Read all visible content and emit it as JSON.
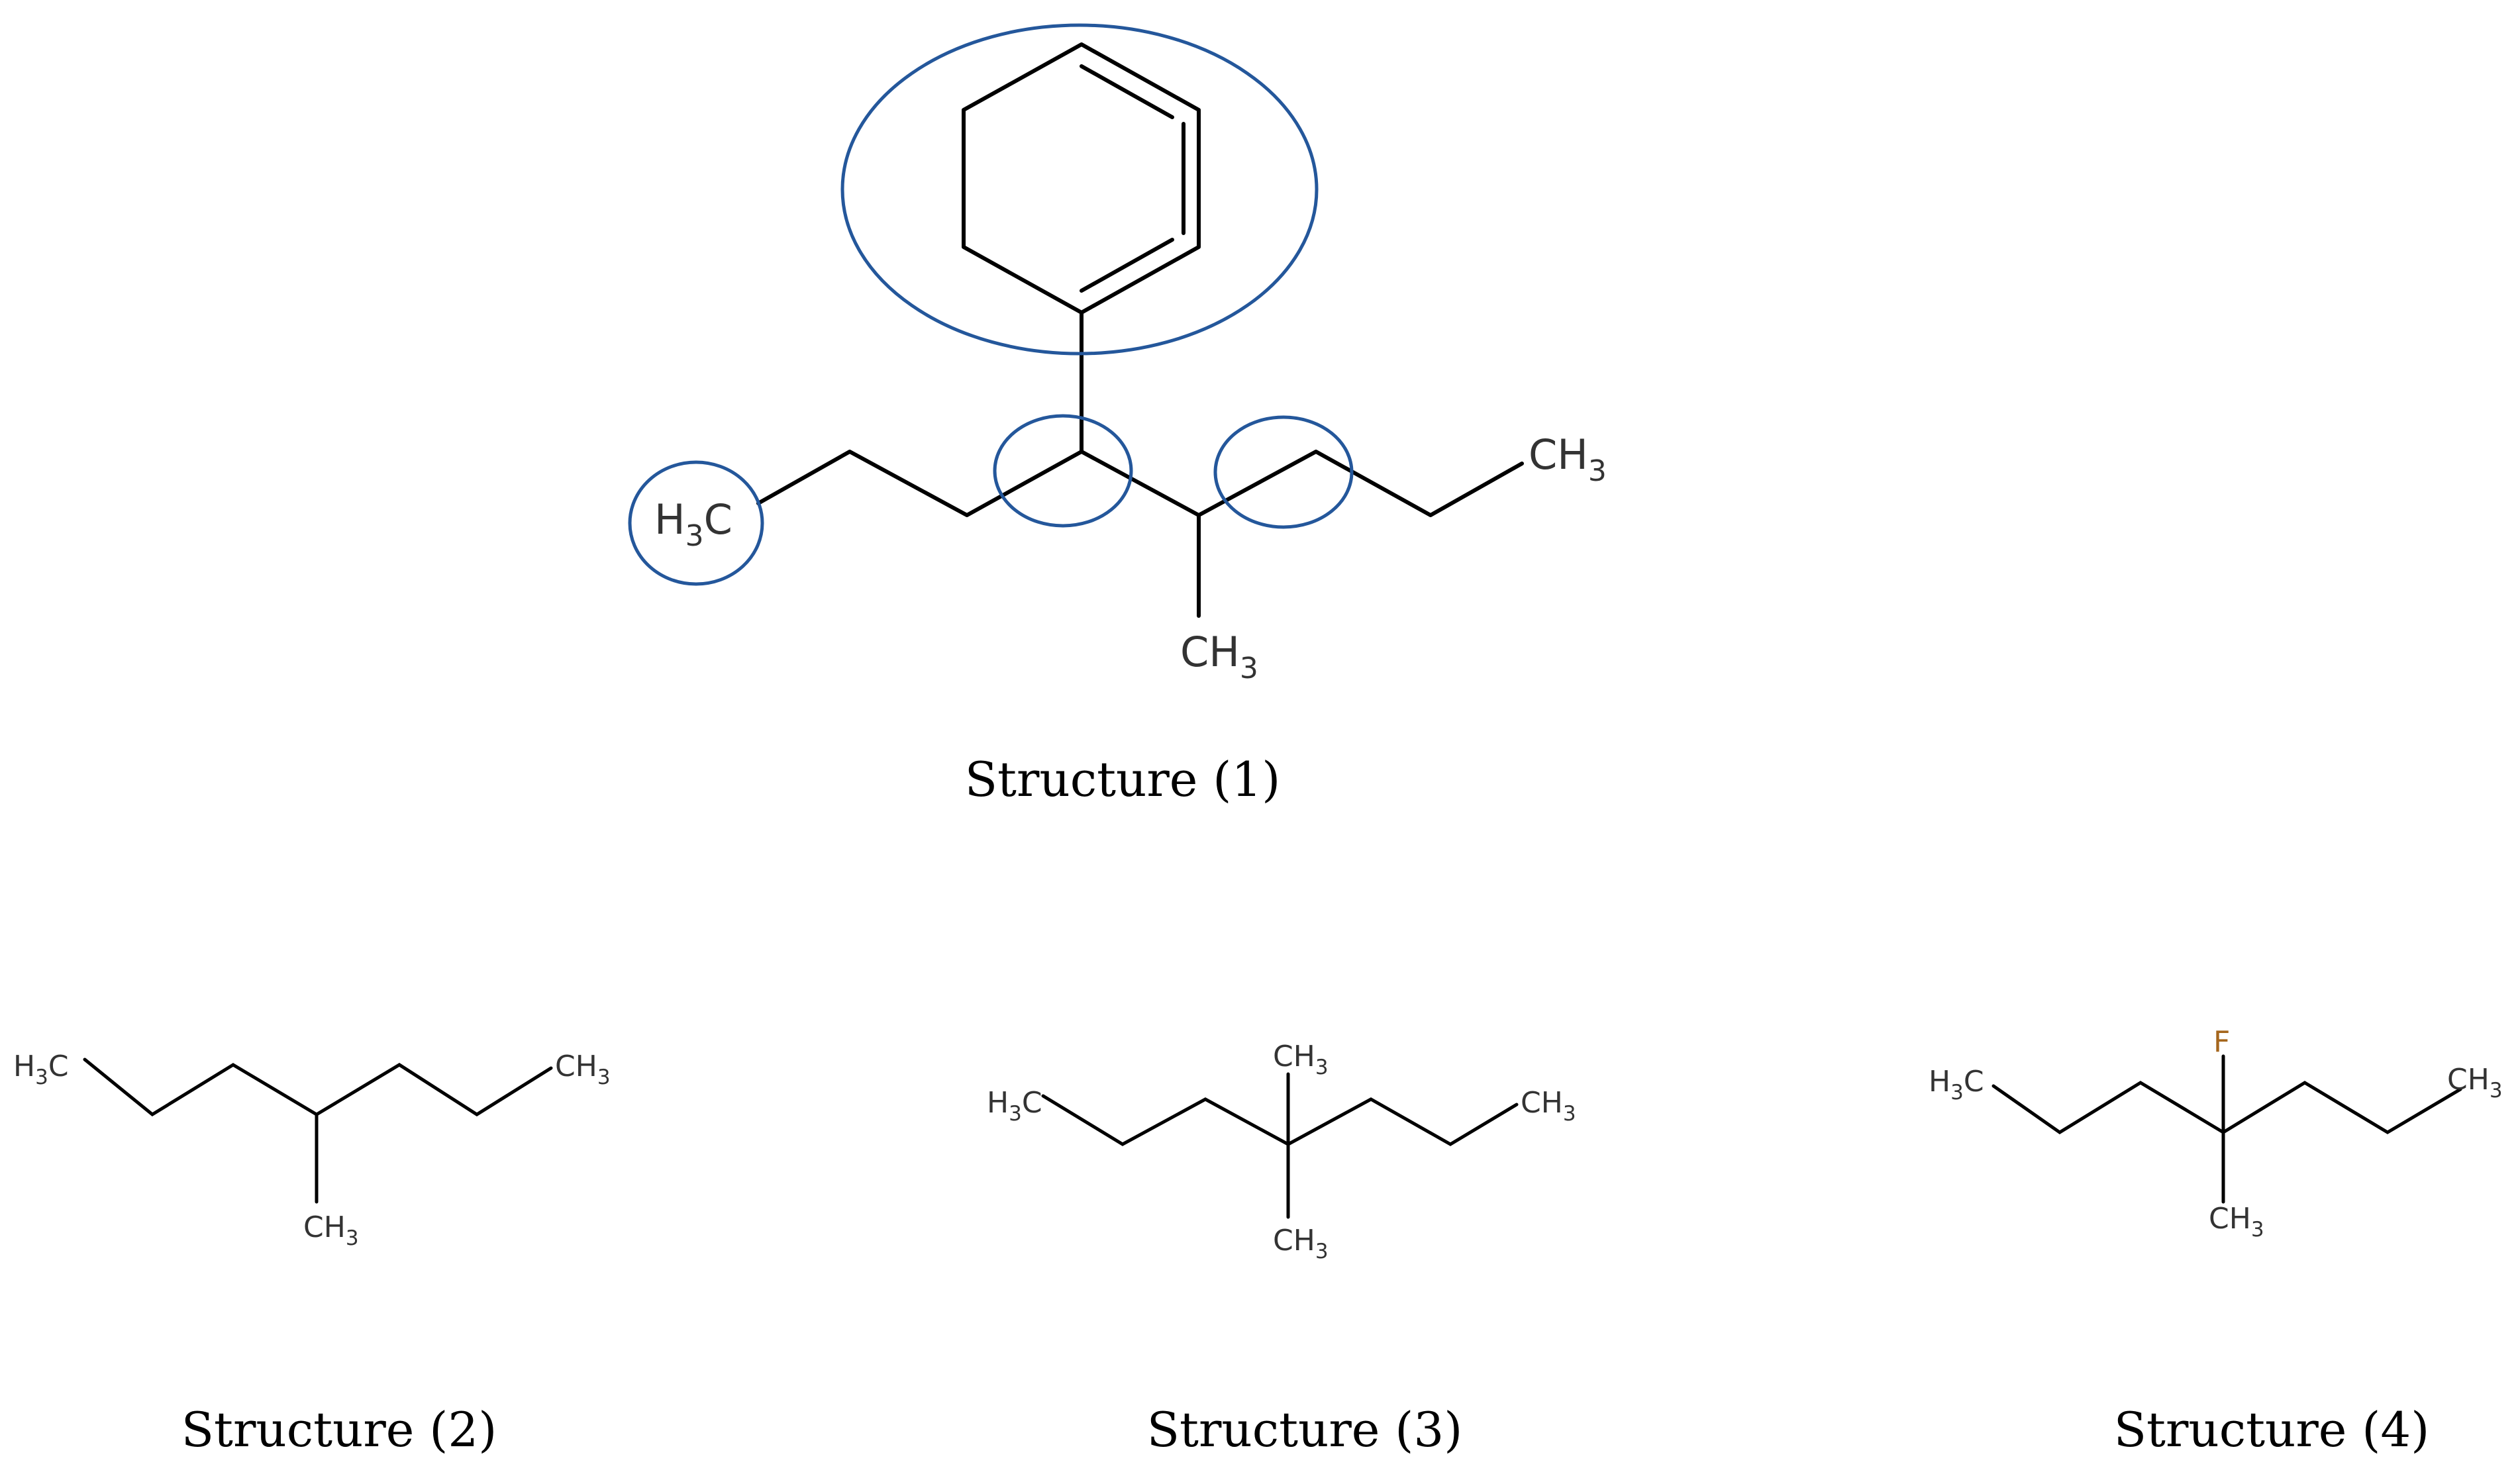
{
  "structures": [
    {
      "caption": "Structure (1)",
      "labels": {
        "left_methyl": {
          "atom": "H",
          "sub": "3",
          "tail": "C"
        },
        "right_methyl": {
          "atom": "CH",
          "sub": "3"
        },
        "branch_methyl": {
          "atom": "CH",
          "sub": "3"
        }
      }
    },
    {
      "caption": "Structure (2)",
      "labels": {
        "left_methyl": {
          "atom": "H",
          "sub": "3",
          "tail": "C"
        },
        "right_methyl": {
          "atom": "CH",
          "sub": "3"
        },
        "branch_methyl": {
          "atom": "CH",
          "sub": "3"
        }
      }
    },
    {
      "caption": "Structure (3)",
      "labels": {
        "left_methyl": {
          "atom": "H",
          "sub": "3",
          "tail": "C"
        },
        "right_methyl": {
          "atom": "CH",
          "sub": "3"
        },
        "top_methyl": {
          "atom": "CH",
          "sub": "3"
        },
        "bottom_methyl": {
          "atom": "CH",
          "sub": "3"
        }
      }
    },
    {
      "caption": "Structure (4)",
      "labels": {
        "left_methyl": {
          "atom": "H",
          "sub": "3",
          "tail": "C"
        },
        "right_methyl": {
          "atom": "CH",
          "sub": "3"
        },
        "fluorine": {
          "atom": "F"
        },
        "branch_methyl": {
          "atom": "CH",
          "sub": "3"
        }
      }
    }
  ],
  "colors": {
    "highlight_circle": "#24579b",
    "fluorine_label": "#a5661d",
    "bond": "#000000"
  }
}
